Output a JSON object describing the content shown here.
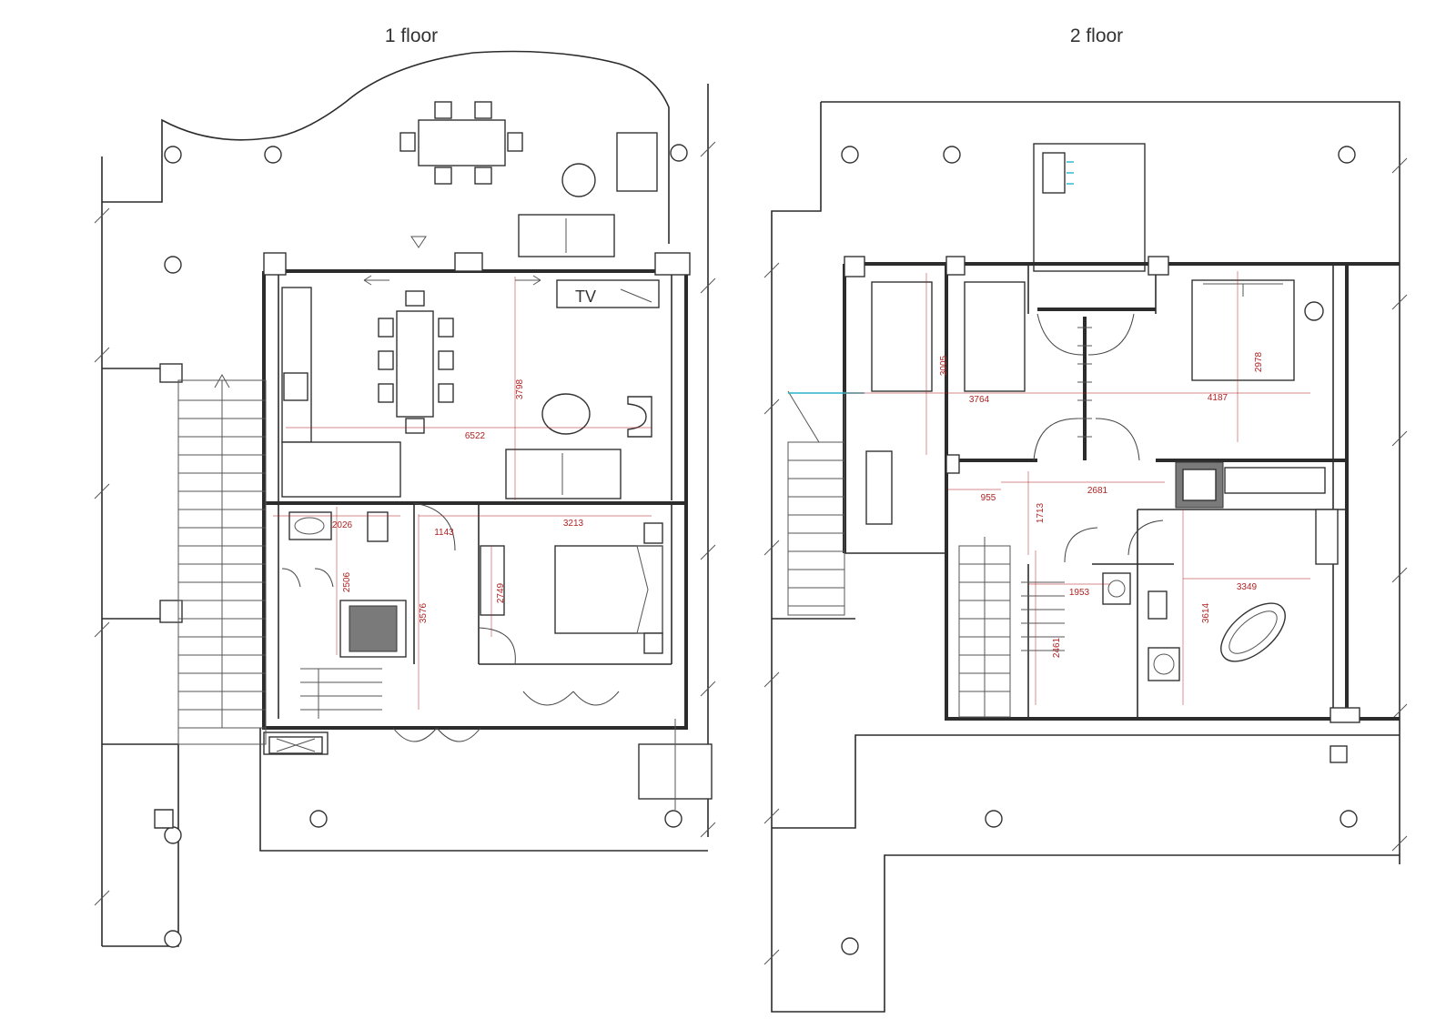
{
  "floors": [
    {
      "id": "floor-1",
      "title": "1 floor"
    },
    {
      "id": "floor-2",
      "title": "2 floor"
    }
  ],
  "labels": {
    "tv": "TV"
  },
  "dimension_color": "#b22222",
  "accent_color": "#2bb3c8",
  "dimensions_floor1": [
    "6522",
    "3798",
    "2026",
    "1143",
    "3213",
    "2506",
    "2749",
    "3576"
  ],
  "dimensions_floor2": [
    "3005",
    "3764",
    "4187",
    "2978",
    "955",
    "2681",
    "1713",
    "1953",
    "3349",
    "3614",
    "2461"
  ]
}
